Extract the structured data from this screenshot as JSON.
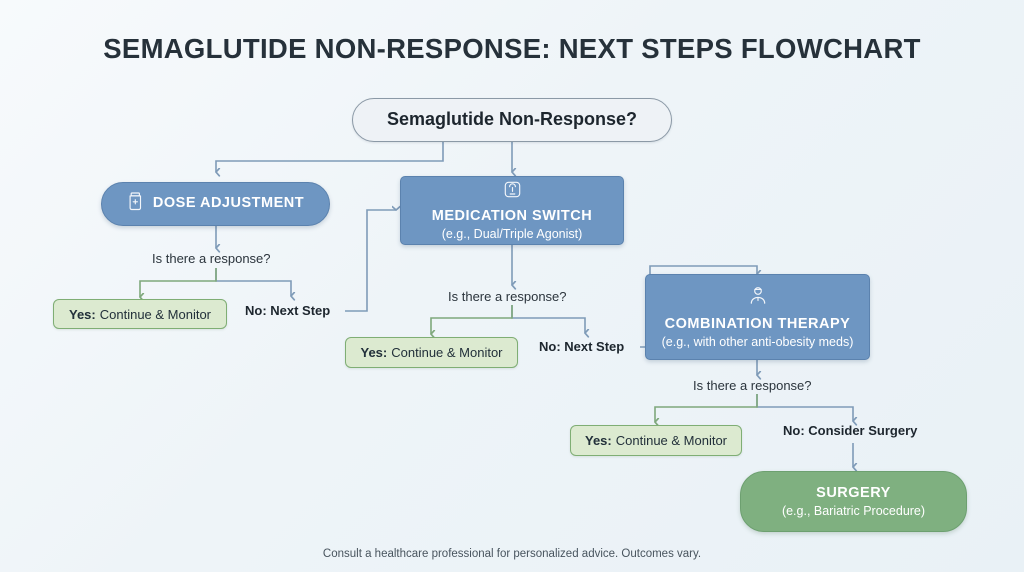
{
  "title": "SEMAGLUTIDE NON-RESPONSE: NEXT STEPS FLOWCHART",
  "footer": "Consult a healthcare professional for personalized advice. Outcomes vary.",
  "colors": {
    "blue_node": "#6e96c2",
    "green_node": "#7fb080",
    "chip_fill": "#dcead0",
    "chip_border": "#7fae74",
    "start_fill": "#eef2f6",
    "connector_blue": "#7f9bb8",
    "connector_green": "#7fa87c",
    "background": "#eef4f8",
    "text_dark": "#1d262e"
  },
  "nodes": {
    "start": {
      "label": "Semaglutide Non-Response?"
    },
    "dose_adjustment": {
      "title": "DOSE ADJUSTMENT",
      "icon": "pill-bottle-icon"
    },
    "medication_switch": {
      "title": "MEDICATION SWITCH",
      "subtitle": "(e.g., Dual/Triple Agonist)",
      "icon": "weight-scale-icon"
    },
    "combination_therapy": {
      "title": "COMBINATION THERAPY",
      "subtitle": "(e.g., with other anti-obesity meds)",
      "icon": "doctor-icon"
    },
    "surgery": {
      "title": "SURGERY",
      "subtitle": "(e.g., Bariatric Procedure)"
    }
  },
  "branches": [
    {
      "question": "Is there a response?",
      "yes_prefix": "Yes:",
      "yes_text": "Continue & Monitor",
      "no_label": "No: Next Step"
    },
    {
      "question": "Is there a response?",
      "yes_prefix": "Yes:",
      "yes_text": "Continue & Monitor",
      "no_label": "No: Next Step"
    },
    {
      "question": "Is there a response?",
      "yes_prefix": "Yes:",
      "yes_text": "Continue & Monitor",
      "no_label": "No: Consider Surgery"
    }
  ]
}
